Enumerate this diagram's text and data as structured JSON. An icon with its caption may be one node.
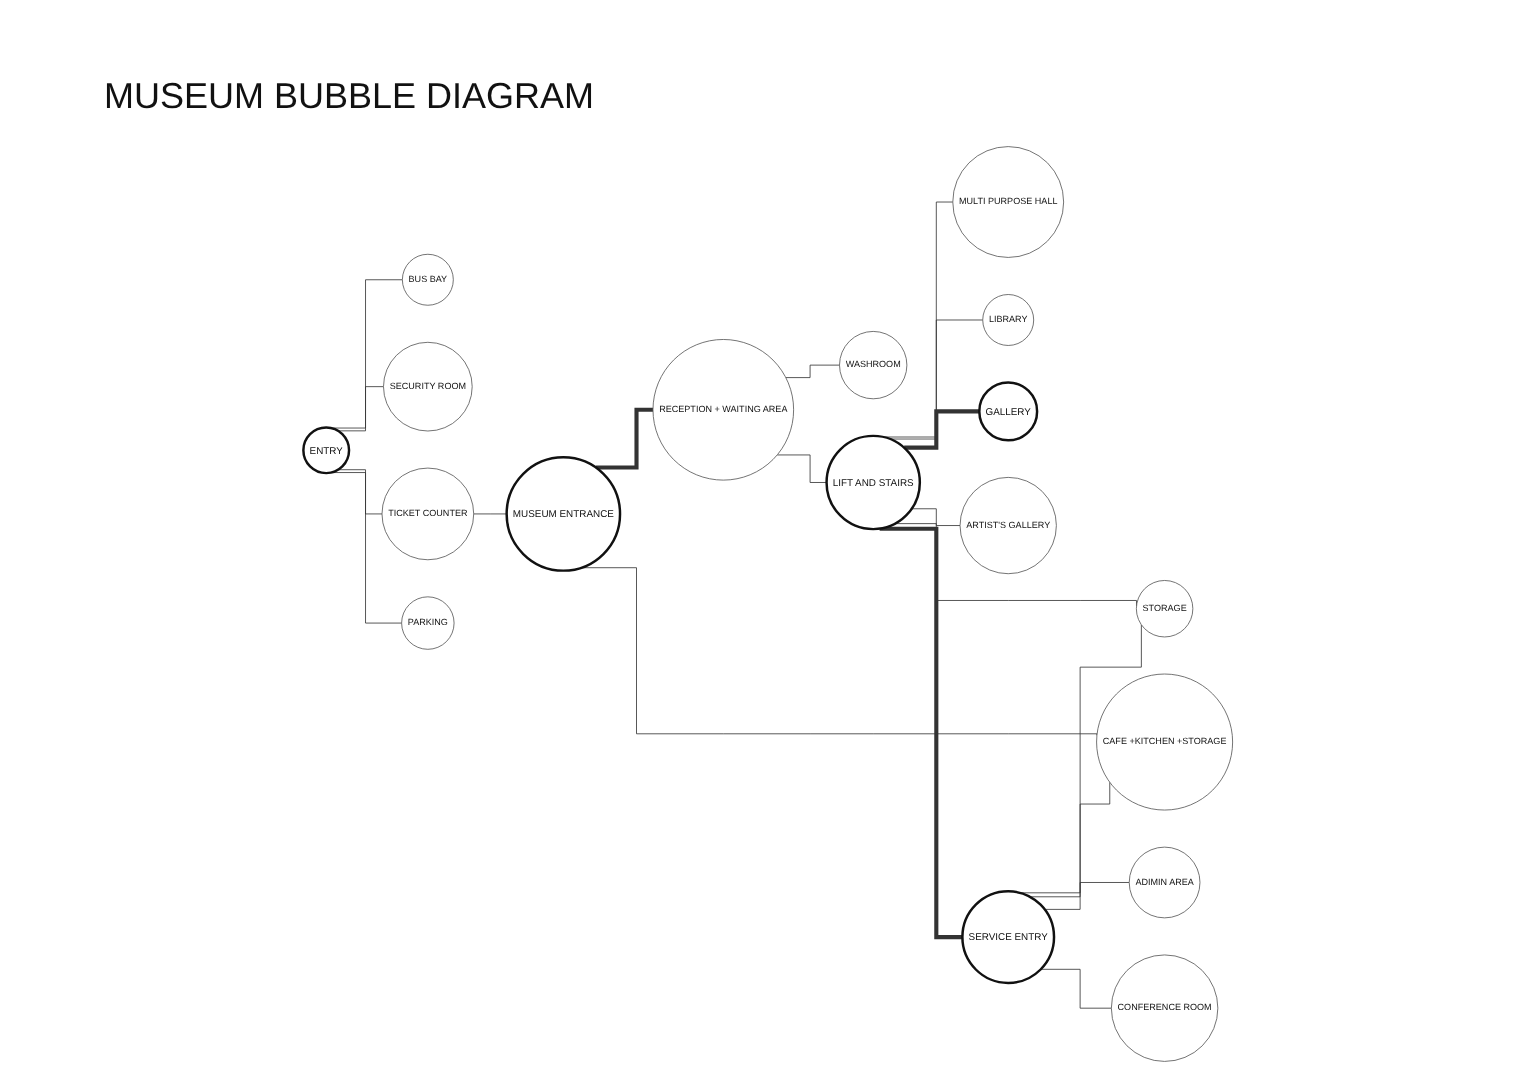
{
  "diagram": {
    "title": "MUSEUM BUBBLE DIAGRAM",
    "nodes": [
      {
        "text": [
          "BUS BAY"
        ]
      },
      {
        "text": [
          "SECURITY ROOM"
        ]
      },
      {
        "text": [
          "ENTRY"
        ]
      },
      {
        "text": [
          "TICKET COUNTER"
        ]
      },
      {
        "text": [
          "MUSEUM ENTRANCE"
        ]
      },
      {
        "text": [
          "PARKING"
        ]
      },
      {
        "text": [
          "WASHROOM"
        ]
      },
      {
        "text": [
          "MULTI PURPOSE HALL"
        ]
      },
      {
        "text": [
          "LIBRARY"
        ]
      },
      {
        "text": [
          "RECEPTION + WAITING AREA"
        ]
      },
      {
        "text": [
          "LIFT AND STAIRS"
        ]
      },
      {
        "text": [
          "GALLERY"
        ]
      },
      {
        "text": [
          "ARTIST'S GALLERY"
        ]
      },
      {
        "text": [
          "CAFE +KITCHEN +STORAGE"
        ]
      },
      {
        "text": [
          "SERVICE ENTRY"
        ]
      },
      {
        "text": [
          "STORAGE"
        ]
      },
      {
        "text": [
          "ADIMIN AREA"
        ]
      },
      {
        "text": [
          "CONFERENCE ROOM"
        ]
      }
    ],
    "edges": [
      {
        "from": 2,
        "to": 0,
        "arrow": "none"
      },
      {
        "from": 2,
        "to": 1,
        "arrow": "none"
      },
      {
        "from": 2,
        "to": 5,
        "arrow": "none"
      },
      {
        "from": 2,
        "to": 3,
        "arrow": "none"
      },
      {
        "from": 3,
        "to": 4,
        "arrow": "none"
      },
      {
        "from": 4,
        "to": 9,
        "arrow": "none",
        "style": "thick"
      },
      {
        "from": 4,
        "to": 13,
        "arrow": "none"
      },
      {
        "from": 9,
        "to": 10,
        "arrow": "none"
      },
      {
        "from": 9,
        "to": 6,
        "arrow": "none"
      },
      {
        "from": 10,
        "to": 7,
        "arrow": "none"
      },
      {
        "from": 10,
        "to": 8,
        "arrow": "none"
      },
      {
        "from": 10,
        "to": 11,
        "arrow": "none",
        "style": "thick"
      },
      {
        "from": 10,
        "to": 12,
        "arrow": "none"
      },
      {
        "from": 10,
        "to": 15,
        "arrow": "none"
      },
      {
        "from": 10,
        "to": 14,
        "arrow": "none",
        "style": "thick"
      },
      {
        "from": 14,
        "to": 13,
        "arrow": "none"
      },
      {
        "from": 14,
        "to": 15,
        "arrow": "none"
      },
      {
        "from": 14,
        "to": 16,
        "arrow": "none"
      },
      {
        "from": 14,
        "to": 17,
        "arrow": "none"
      }
    ]
  }
}
